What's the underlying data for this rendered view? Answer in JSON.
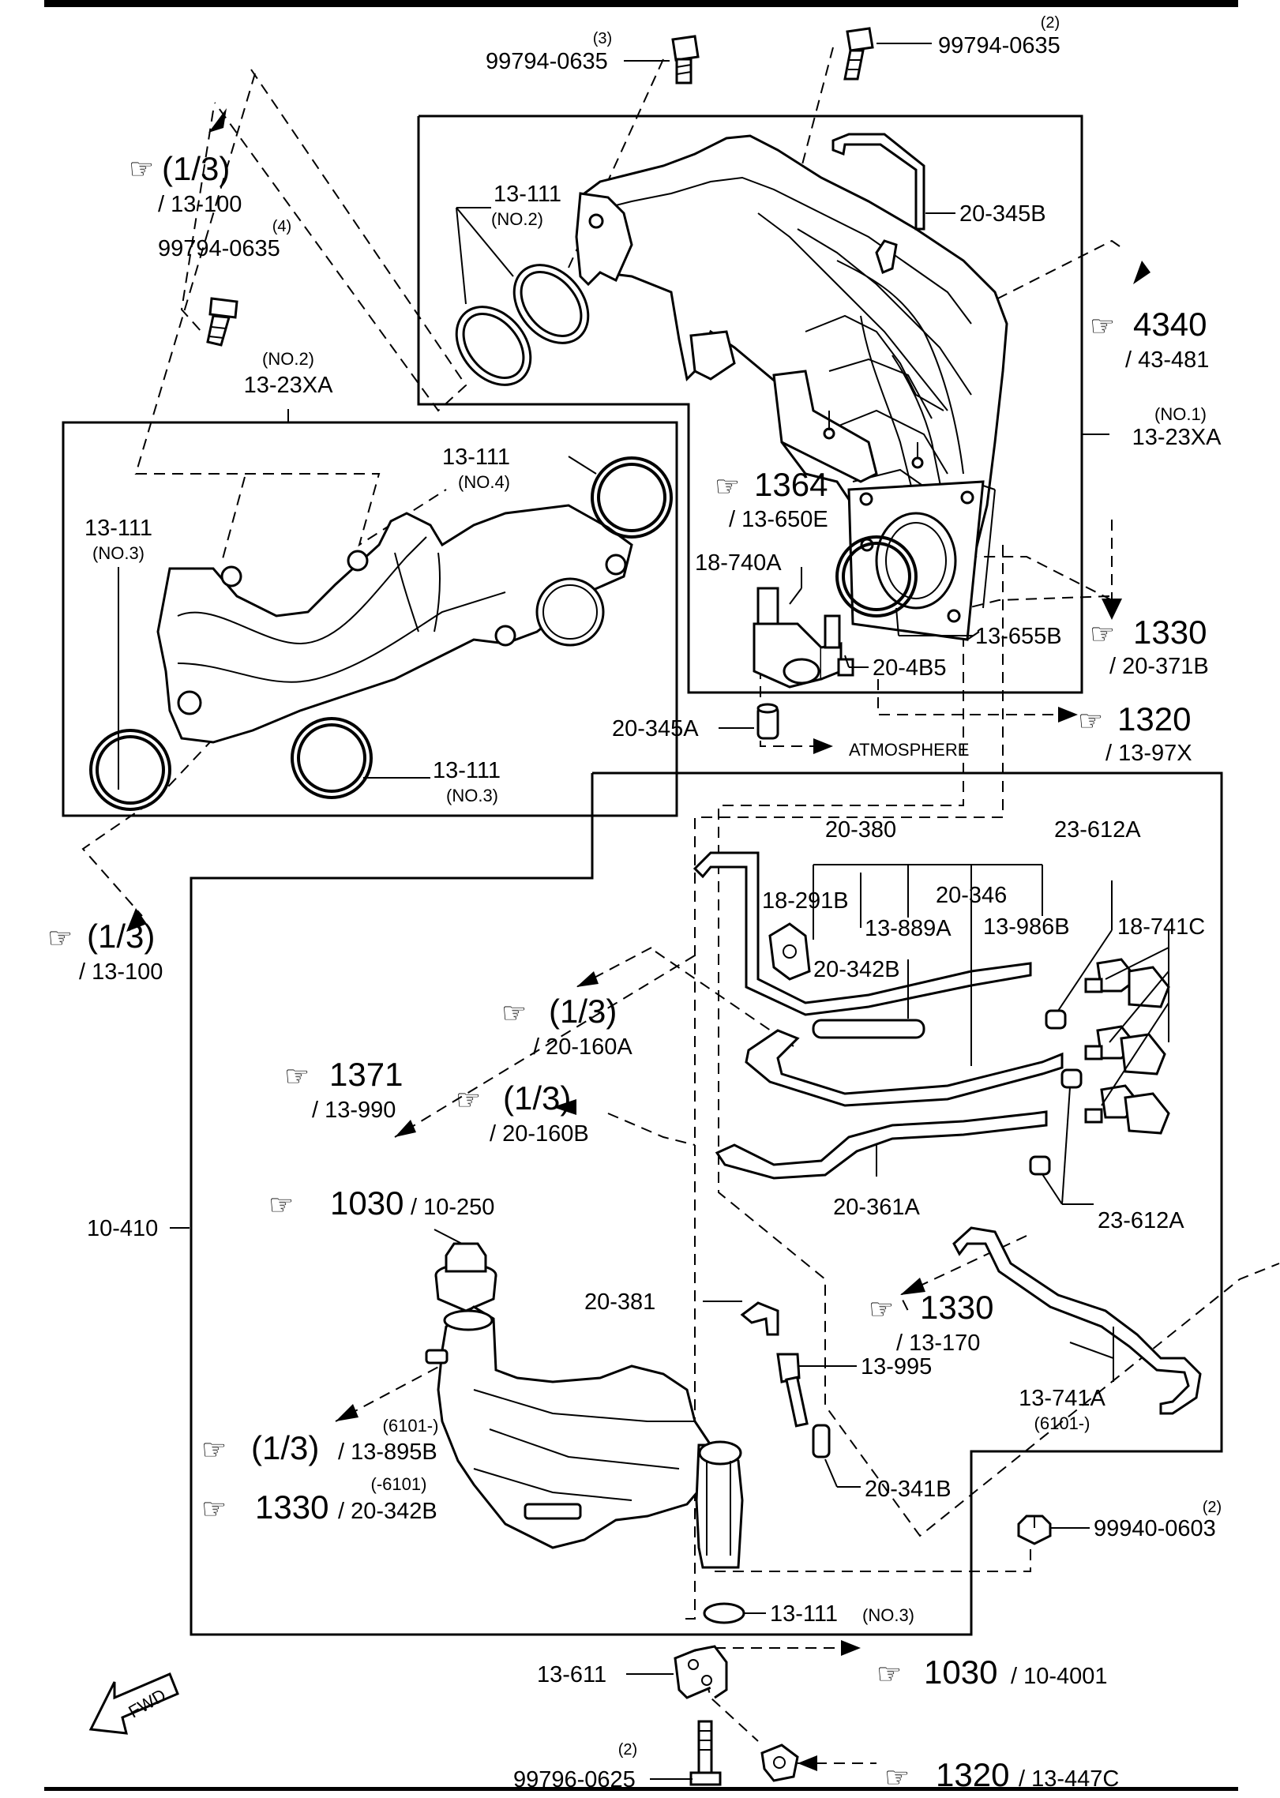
{
  "labels": {
    "bolt_top_left_qty": "(3)",
    "bolt_top_left_pn": "99794-0635",
    "bolt_top_right_qty": "(2)",
    "bolt_top_right_pn": "99794-0635",
    "ref_13_100_top_fig": "(1/3)",
    "ref_13_100_top_sub": "/ 13-100",
    "bolt_left_qty": "(4)",
    "bolt_left_pn": "99794-0635",
    "gasket_no2_pn": "13-111",
    "gasket_no2_note": "(NO.2)",
    "hose_20_345b": "20-345B",
    "ref_4340_fig": "4340",
    "ref_4340_sub": "/ 43-481",
    "manifold_no2_note": "(NO.2)",
    "manifold_no2_pn": "13-23XA",
    "manifold_no1_note": "(NO.1)",
    "manifold_no1_pn": "13-23XA",
    "gasket_no4_pn": "13-111",
    "gasket_no4_note": "(NO.4)",
    "gasket_no3a_pn": "13-111",
    "gasket_no3a_note": "(NO.3)",
    "ref_1364_fig": "1364",
    "ref_1364_sub": "/ 13-650E",
    "valve_18_740a": "18-740A",
    "gasket_13_655b": "13-655B",
    "ref_1330a_fig": "1330",
    "ref_1330a_sub": "/ 20-371B",
    "hose_20_4b5": "20-4B5",
    "gasket_no3b_pn": "13-111",
    "gasket_no3b_note": "(NO.3)",
    "hose_20_345a": "20-345A",
    "atmosphere": "ATMOSPHERE",
    "ref_1320a_fig": "1320",
    "ref_1320a_sub": "/ 13-97X",
    "hose_20_380": "20-380",
    "conn_23_612a_top": "23-612A",
    "ref_13_100_bot_fig": "(1/3)",
    "ref_13_100_bot_sub": "/ 13-100",
    "clip_18_291b": "18-291B",
    "hose_20_346": "20-346",
    "hose_13_889a": "13-889A",
    "hose_13_986b": "13-986B",
    "valve_18_741c": "18-741C",
    "hose_20_342b": "20-342B",
    "ref_20_160a_fig": "(1/3)",
    "ref_20_160a_sub": "/ 20-160A",
    "ref_1371_fig": "1371",
    "ref_1371_sub": "/ 13-990",
    "ref_20_160b_fig": "(1/3)",
    "ref_20_160b_sub": "/ 20-160B",
    "hose_20_361a": "20-361A",
    "assy_10_410": "10-410",
    "ref_1030a_fig": "1030",
    "ref_1030a_sub": "/ 10-250",
    "conn_23_612a_bot": "23-612A",
    "hose_20_381": "20-381",
    "ref_1330b_fig": "1330",
    "ref_1330b_sub": "/ 13-170",
    "valve_13_995": "13-995",
    "hose_13_741a": "13-741A",
    "hose_13_741a_note": "(6101-)",
    "ref_13_895b_note": "(6101-)",
    "ref_13_895b_fig": "(1/3)",
    "ref_13_895b_sub": "/ 13-895B",
    "ref_20_342b_note": "(-6101)",
    "ref_20_342b_fig": "1330",
    "ref_20_342b_sub": "/ 20-342B",
    "hose_20_341b": "20-341B",
    "nut_qty": "(2)",
    "nut_pn": "99940-0603",
    "gasket_no3c_pn": "13-111",
    "gasket_no3c_note": "(NO.3)",
    "bracket_13_611": "13-611",
    "ref_1030b_fig": "1030",
    "ref_1030b_sub": "/ 10-4001",
    "bolt_bottom_qty": "(2)",
    "bolt_bottom_pn": "99796-0625",
    "ref_1320b_fig": "1320",
    "ref_1320b_sub": "/ 13-447C",
    "fwd": "FWD"
  }
}
